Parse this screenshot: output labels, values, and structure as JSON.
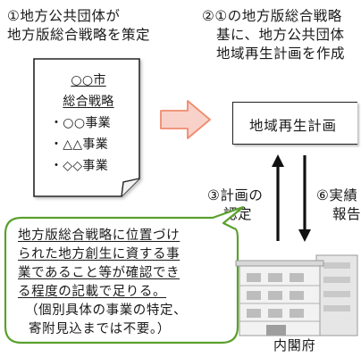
{
  "step1": {
    "lines": [
      "①地方公共団体が",
      "地方版総合戦略を策定"
    ]
  },
  "step2": {
    "lines": [
      "②①の地方版総合戦略",
      "基に、地方公共団体",
      "地域再生計画を作成"
    ]
  },
  "document": {
    "title_lines": [
      "○○市",
      "総合戦略"
    ],
    "items": [
      "・○○事業",
      "・△△事業",
      "・◇◇事業"
    ]
  },
  "plan_box": {
    "label": "地域再生計画"
  },
  "step3": {
    "lines": [
      "③計画の",
      "認定"
    ]
  },
  "step6": {
    "lines": [
      "⑥実績",
      "報告"
    ]
  },
  "callout": {
    "lines": [
      "地方版総合戦略に位置づけ",
      "られた地方創生に資する事",
      "業であること等が確認でき",
      "る程度の記載で足りる。",
      "（個別具体の事業の特定、",
      "寄附見込までは不要。）"
    ]
  },
  "building": {
    "label": "内閣府"
  },
  "colors": {
    "callout_border": "#5aa02c",
    "arrow_fill": "#f8d2c8",
    "arrow_stroke": "#ef8a6e"
  },
  "icons": {
    "document": "document-folded-corner-icon",
    "right_arrow": "block-arrow-right-icon",
    "up_arrow": "arrow-up-icon",
    "down_arrow": "arrow-down-icon",
    "building": "government-building-icon"
  }
}
